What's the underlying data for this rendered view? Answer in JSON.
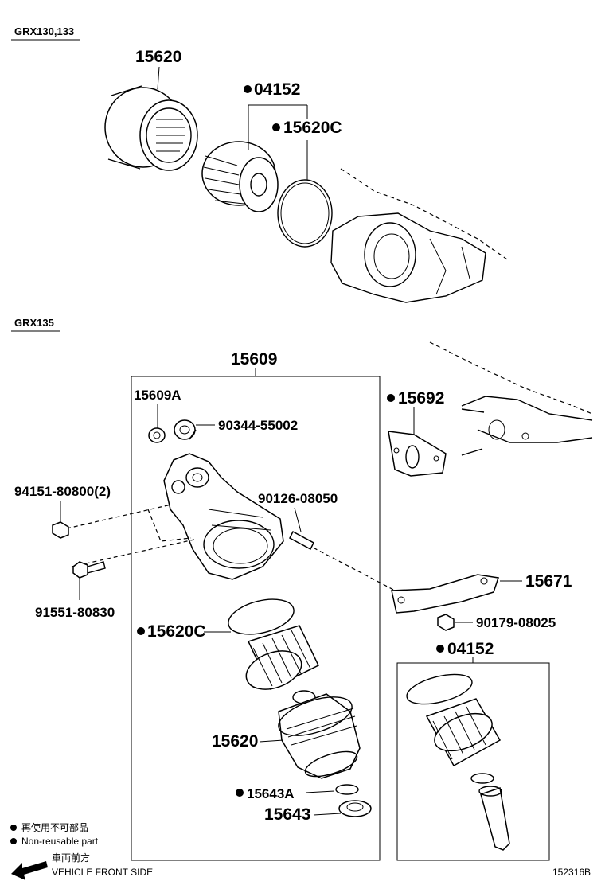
{
  "variants": {
    "top": "GRX130,133",
    "bottom": "GRX135"
  },
  "parts": {
    "p15620_top": "15620",
    "p04152_top": "04152",
    "p15620C_top": "15620C",
    "p15609": "15609",
    "p15609A": "15609A",
    "p90344": "90344-55002",
    "p94151": "94151-80800(2)",
    "p90126": "90126-08050",
    "p91551": "91551-80830",
    "p15692": "15692",
    "p15671": "15671",
    "p90179": "90179-08025",
    "p15620C_bot": "15620C",
    "p04152_bot": "04152",
    "p15620_bot": "15620",
    "p15643A": "15643A",
    "p15643": "15643"
  },
  "legend": {
    "dot_jp": "再使用不可部品",
    "dot_en": "Non-reusable part",
    "arrow_jp": "車両前方",
    "arrow_en": "VEHICLE FRONT SIDE"
  },
  "diagram_id": "152316B"
}
